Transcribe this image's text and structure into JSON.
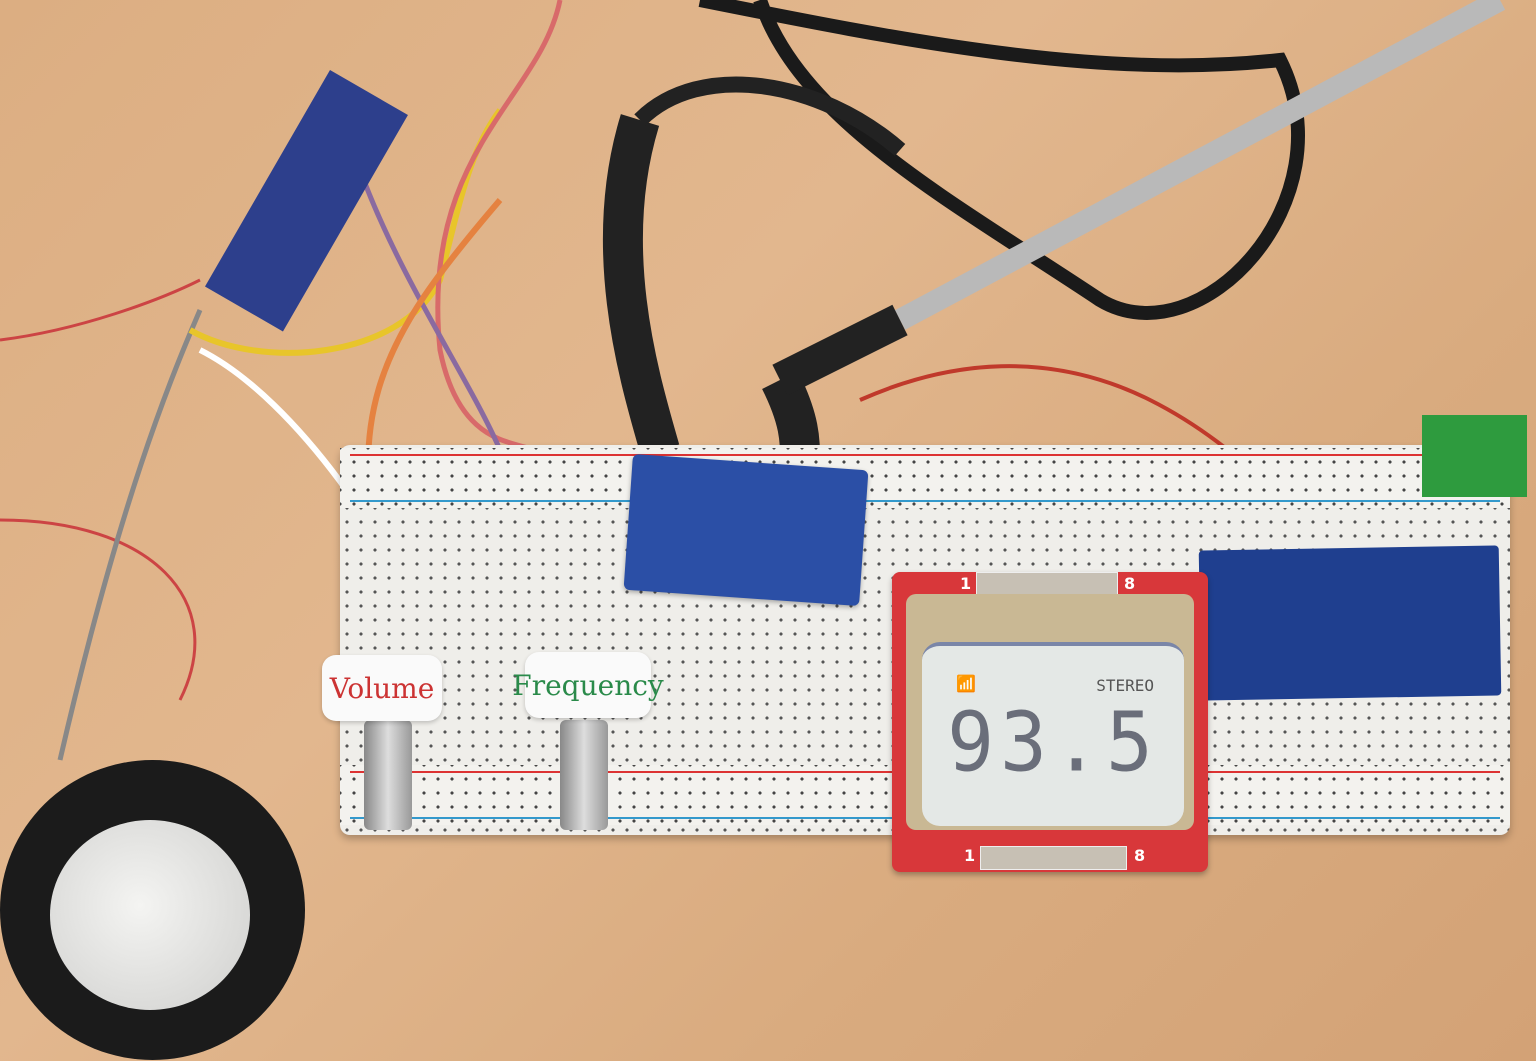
{
  "scene": {
    "lcd": {
      "signal_icon": "antenna-signal-icon",
      "stereo_label": "STEREO",
      "frequency": "93.5",
      "pin_start": "1",
      "pin_end": "8",
      "pin_start_bottom": "1",
      "pin_end_bottom": "8"
    },
    "pots": [
      {
        "label": "Volume"
      },
      {
        "label": "Frequency"
      }
    ],
    "colors": {
      "wood": "#dcae82",
      "lcd_board": "#d8373a",
      "module_blue": "#2b4fa6",
      "arduino_blue": "#1f3f8f",
      "breadboard": "#efeeea"
    }
  }
}
